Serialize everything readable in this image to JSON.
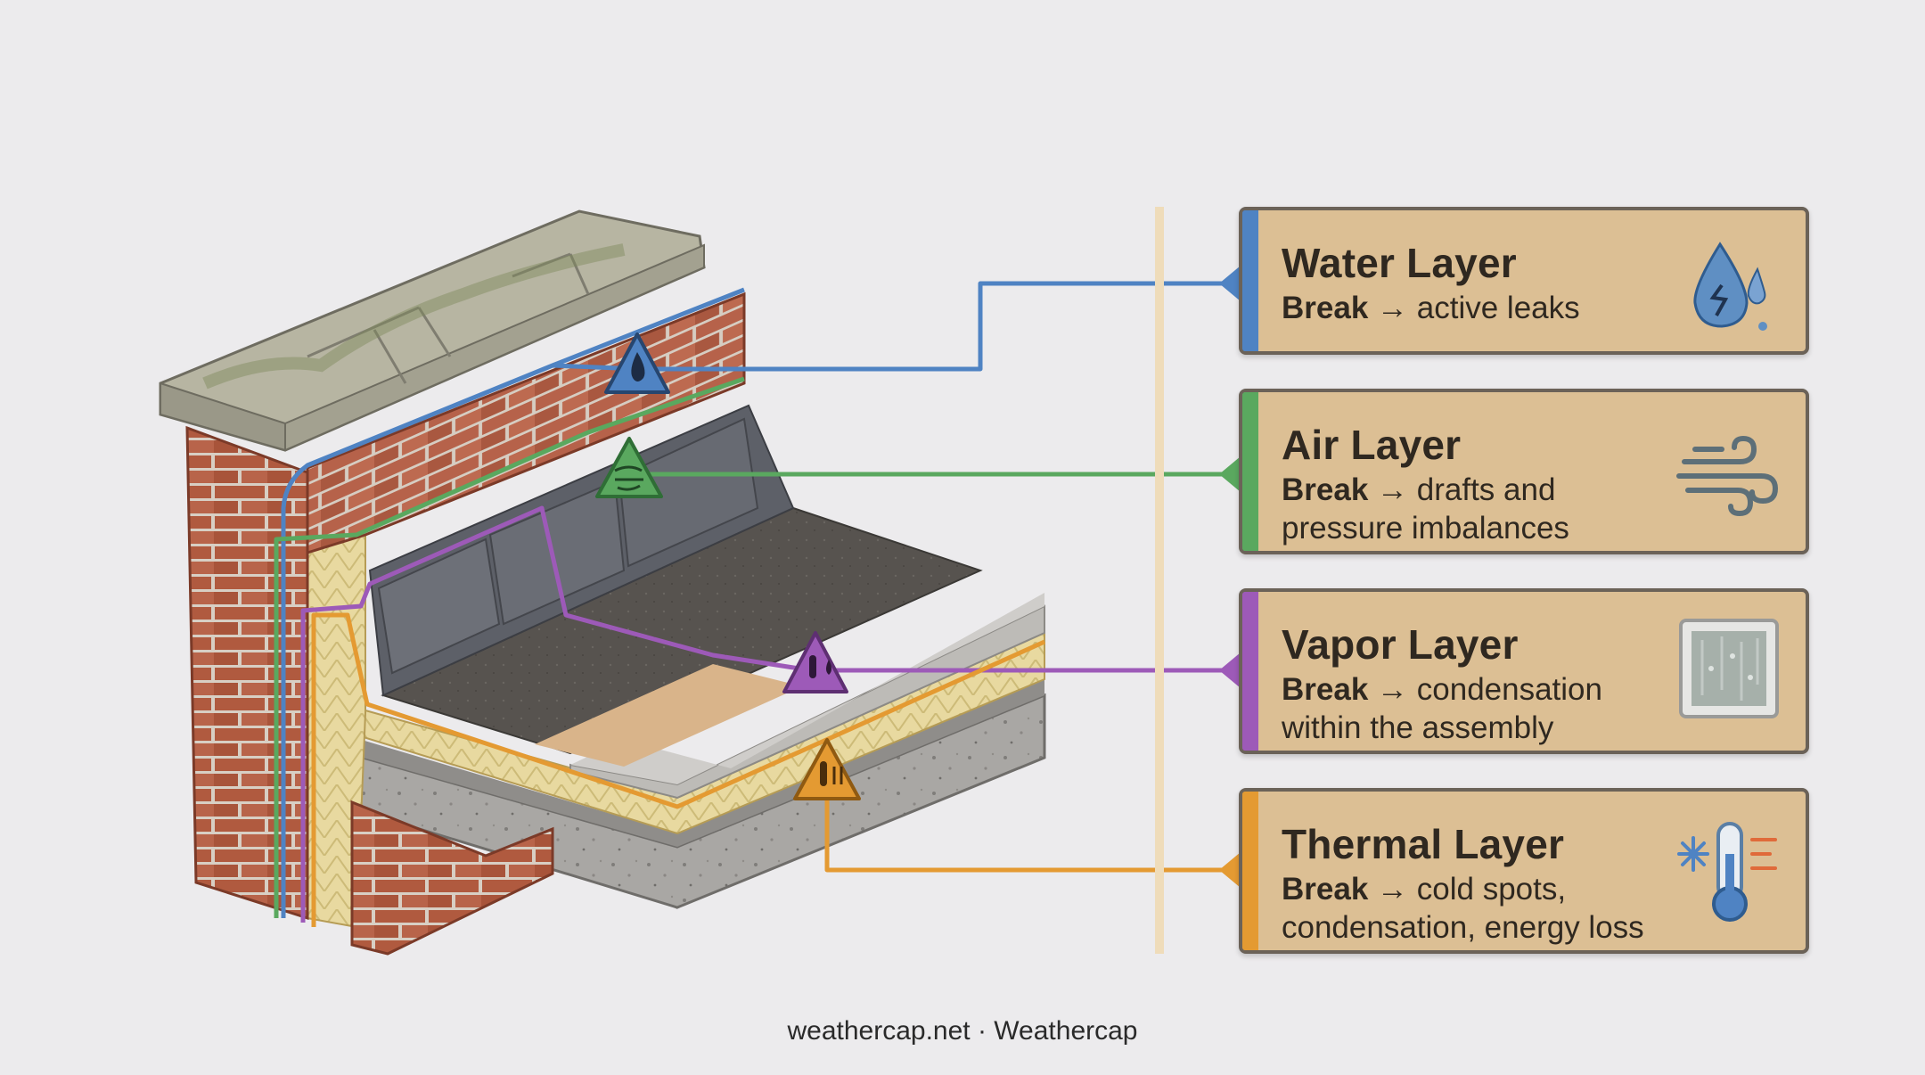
{
  "layers": [
    {
      "title": "Water Layer",
      "lead": "Break",
      "arrow": "→",
      "text": "active leaks",
      "color": "#4f83c3",
      "icon": "water-drop-crack-icon"
    },
    {
      "title": "Air Layer",
      "lead": "Break",
      "arrow": "→",
      "text": "drafts and pressure imbalances",
      "color": "#5aa85f",
      "icon": "wind-icon"
    },
    {
      "title": "Vapor Layer",
      "lead": "Break",
      "arrow": "→",
      "text": "condensation within the assembly",
      "color": "#9d5ab8",
      "icon": "foggy-window-icon"
    },
    {
      "title": "Thermal Layer",
      "lead": "Break",
      "arrow": "→",
      "text": "cold spots, condensation, energy loss",
      "color": "#e49a32",
      "icon": "thermometer-snowflake-icon"
    }
  ],
  "footer": "weathercap.net · Weathercap"
}
